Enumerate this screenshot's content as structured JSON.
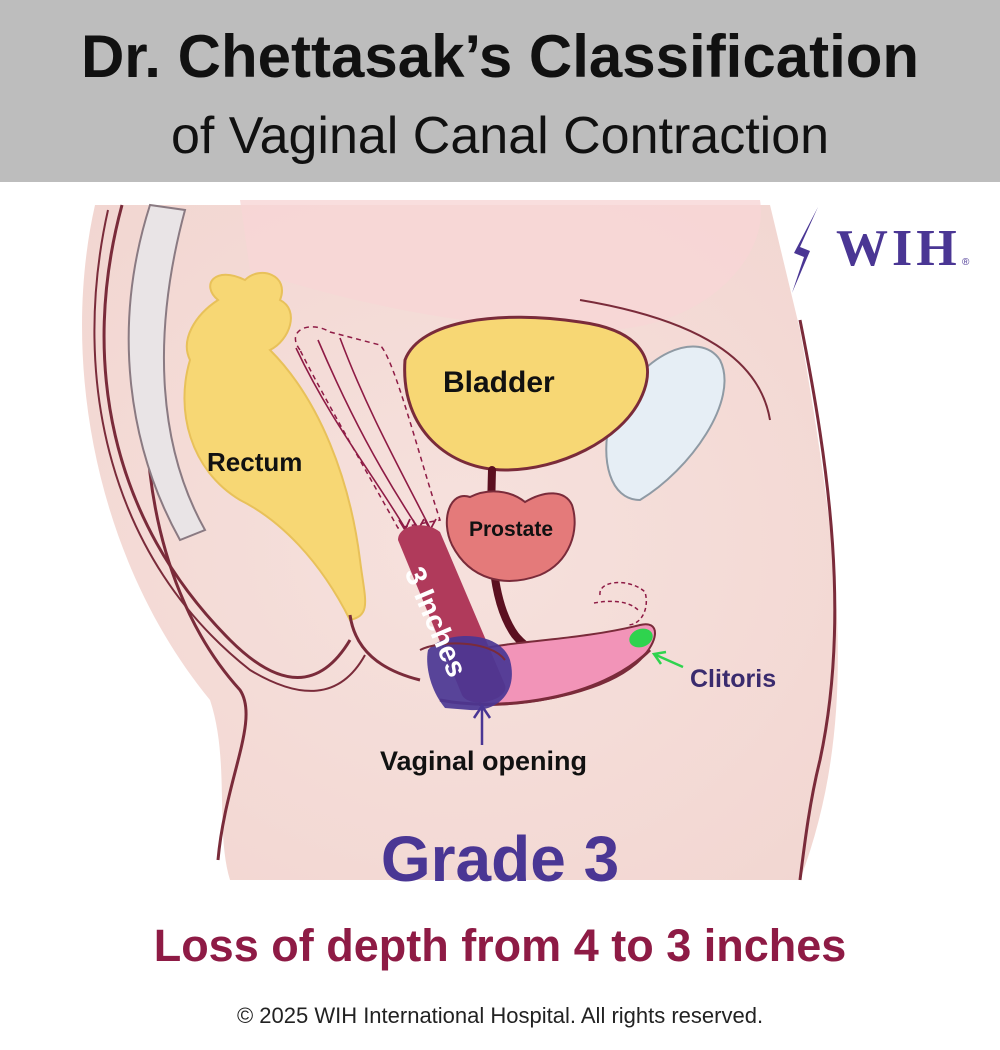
{
  "header": {
    "title_line1": "Dr. Chettasak’s Classification",
    "title_line2": "of Vaginal Canal Contraction"
  },
  "logo": {
    "text": "WIH",
    "mark": "®"
  },
  "labels": {
    "bladder": "Bladder",
    "rectum": "Rectum",
    "prostate": "Prostate",
    "canal_length": "3 Inches",
    "clitoris": "Clitoris",
    "vaginal_opening": "Vaginal opening"
  },
  "grade": "Grade 3",
  "description": "Loss of depth from 4 to 3 inches",
  "copyright": "© 2025 WIH International Hospital. All rights reserved.",
  "colors": {
    "header_bg": "#bdbdbd",
    "accent_purple": "#4a3694",
    "accent_maroon": "#8e1b45",
    "organ_yellow": "#f7d774",
    "body_pink": "#f4dcd8",
    "canal_red": "#b03a5b",
    "clitoris_green": "#2fd34e"
  }
}
